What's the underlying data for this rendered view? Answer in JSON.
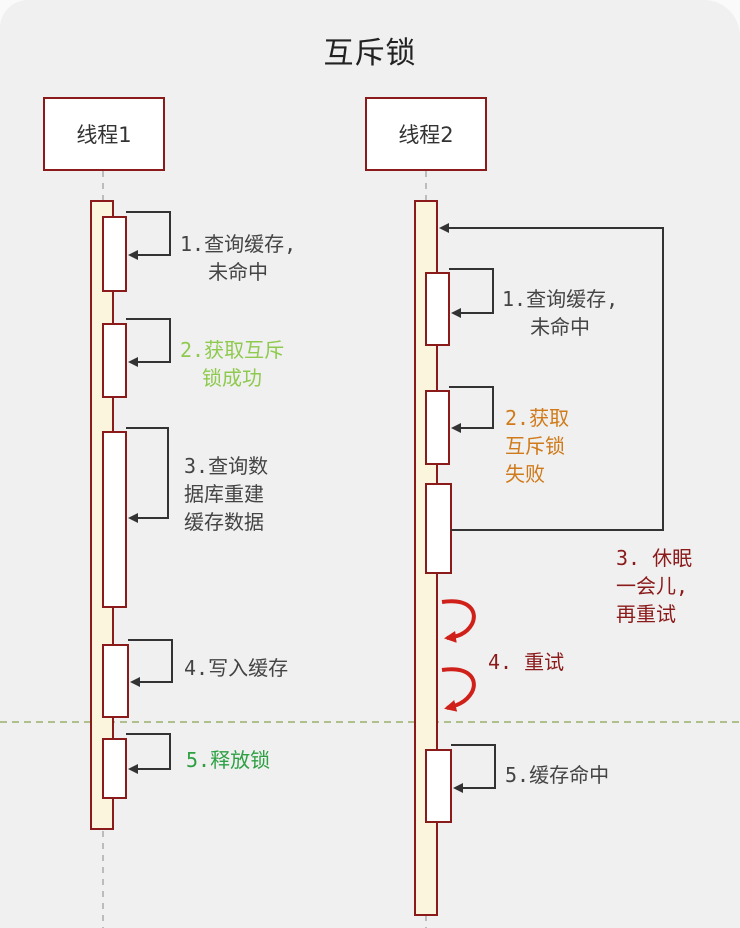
{
  "title": "互斥锁",
  "actors": {
    "thread1": "线程1",
    "thread2": "线程2"
  },
  "thread1_steps": {
    "step1": "1.查询缓存,\n未命中",
    "step2": "2.获取互斥\n锁成功",
    "step3": "3.查询数\n据库重建\n缓存数据",
    "step4": "4.写入缓存",
    "step5": "5.释放锁"
  },
  "thread2_steps": {
    "step1": "1.查询缓存,\n未命中",
    "step2": "2.获取\n互斥锁\n失败",
    "step3": "3. 休眠\n一会儿,\n再重试",
    "step4": "4. 重试",
    "step5": "5.缓存命中"
  },
  "colors": {
    "dark_text": "#444444",
    "success_light_green": "#8fca4f",
    "success_green": "#2ea043",
    "fail_orange": "#d07a1a",
    "retry_dark_red": "#8b1a1a",
    "retry_arrow_red": "#d0201a",
    "lifeline_border": "#8b1a1a",
    "lifeline_fill": "#fbf5dd",
    "divider": "#9ab06a"
  }
}
